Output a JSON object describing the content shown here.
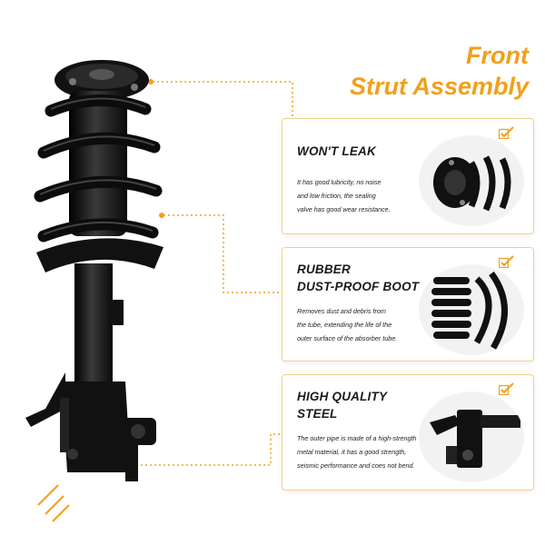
{
  "title": {
    "line1": "Front",
    "line2": "Strut Assembly"
  },
  "colors": {
    "accent": "#f2a019",
    "card_border": "#f3cf8c",
    "text": "#1a1a1a",
    "part": "#111111"
  },
  "features": [
    {
      "heading": [
        "WON'T LEAK"
      ],
      "body": [
        "It has good lubricity, no noise",
        "and low friction, the sealing",
        "valve has good wear resistance."
      ],
      "icon": "checkmark-icon"
    },
    {
      "heading": [
        "RUBBER",
        "DUST-PROOF BOOT"
      ],
      "body": [
        "Removes dust and debris from",
        "the tube, extending the life of the",
        "outer surface of the absorber tube."
      ],
      "icon": "checkmark-icon"
    },
    {
      "heading": [
        "HIGH QUALITY",
        "STEEL"
      ],
      "body": [
        "The outer pipe is made of a high-strength",
        "metal material, it has a good strength,",
        "seismic performance and coes not bend."
      ],
      "icon": "checkmark-icon"
    }
  ]
}
